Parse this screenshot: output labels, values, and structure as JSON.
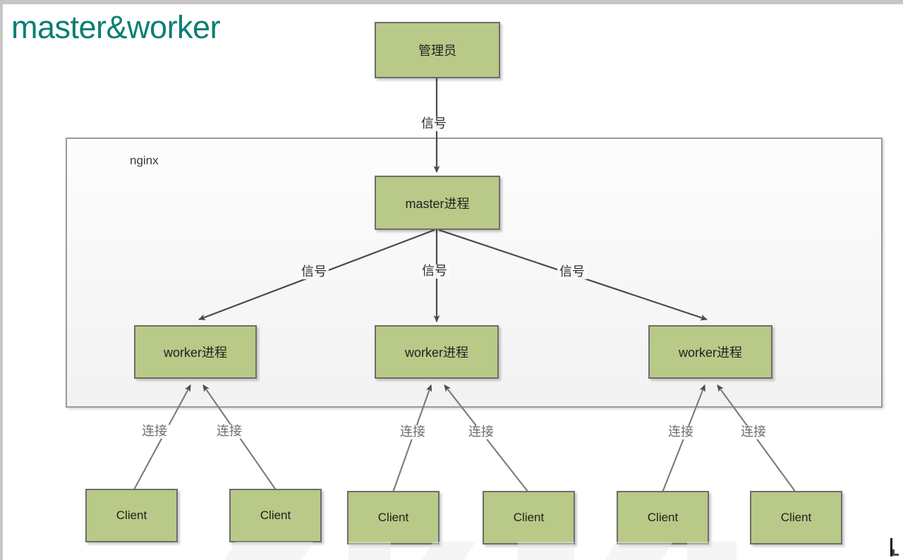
{
  "title": "master&worker",
  "accent_color": "#0a7f74",
  "node_fill": "#b9c987",
  "node_border": "#6d6d6d",
  "container": {
    "label": "nginx"
  },
  "nodes": {
    "admin": {
      "label": "管理员"
    },
    "master": {
      "label": "master进程"
    },
    "workers": [
      {
        "label": "worker进程"
      },
      {
        "label": "worker进程"
      },
      {
        "label": "worker进程"
      }
    ],
    "clients": [
      {
        "label": "Client"
      },
      {
        "label": "Client"
      },
      {
        "label": "Client"
      },
      {
        "label": "Client"
      },
      {
        "label": "Client"
      },
      {
        "label": "Client"
      }
    ]
  },
  "edges": {
    "admin_to_master": {
      "label": "信号"
    },
    "master_to_workers": [
      {
        "label": "信号"
      },
      {
        "label": "信号"
      },
      {
        "label": "信号"
      }
    ],
    "clients_to_workers": [
      {
        "label": "连接"
      },
      {
        "label": "连接"
      },
      {
        "label": "连接"
      },
      {
        "label": "连接"
      },
      {
        "label": "连接"
      },
      {
        "label": "连接"
      }
    ]
  }
}
